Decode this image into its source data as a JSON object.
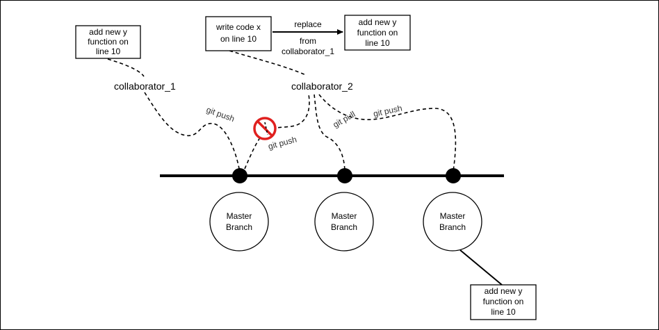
{
  "notes": {
    "left": [
      "add new y",
      "function on",
      "line 10"
    ],
    "write": [
      "write code x",
      "on line 10"
    ],
    "right": [
      "add new y",
      "function on",
      "line 10"
    ],
    "bottom": [
      "add new y",
      "function on",
      "line 10"
    ]
  },
  "edges": {
    "replace": "replace",
    "from": [
      "from",
      "collaborator_1"
    ]
  },
  "collaborators": {
    "one": "collaborator_1",
    "two": "collaborator_2"
  },
  "git_labels": {
    "push_1": "git push",
    "push_blocked": "git push",
    "pull": "git pull",
    "push_2": "git push"
  },
  "branches": [
    [
      "Master",
      "Branch"
    ],
    [
      "Master",
      "Branch"
    ],
    [
      "Master",
      "Branch"
    ]
  ],
  "colors": {
    "line": "#000000",
    "blocked": "#e0201f"
  },
  "icons": {
    "blocked": "no-entry-icon"
  }
}
